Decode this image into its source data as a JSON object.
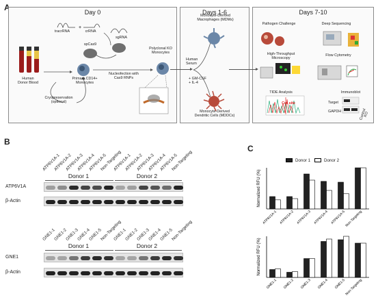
{
  "panel_a": {
    "letter": "A",
    "day0": {
      "title": "Day 0"
    },
    "days1_6": {
      "title": "Days 1-6"
    },
    "days7_10": {
      "title": "Days 7-10"
    },
    "labels": {
      "tracrrna": "tracrRNA",
      "crrna": "crRNA",
      "sgrna": "sgRNA",
      "spcas9": "spCas9",
      "human_donor_blood": "Human\nDonor Blood",
      "primary_monocytes": "Primary CD14+\nMonocytes",
      "nucleofection": "Nucleofection with\nCas9 RNPs",
      "polyclonal_ko": "Polyclonal KO\nMonocytes",
      "cryopreservation": "Cryopreservation\n(optional)",
      "human_serum": "Human\nSerum",
      "mdm": "Monocyte-Derived\nMacrophages (MDMs)",
      "gmcsf": "+ GM-CSF\n+ IL-4",
      "mddc": "Monocyte-Derived\nDendritic Cells (MDDCs)",
      "pathogen_challenge": "Pathogen Challenge",
      "deep_sequencing": "Deep Sequencing",
      "htp_microscopy": "High-Throughput\nMicroscopy",
      "flow_cytometry": "Flow Cytometry",
      "tide_analysis": "TIDE Analysis",
      "cut_site": "Cut site",
      "immunoblot": "Immunoblot",
      "target": "Target",
      "gapdh": "GAPDH",
      "control": "Control",
      "ko": "KO"
    },
    "colors": {
      "blood": "#9b1c1c",
      "plasma": "#e8c547",
      "cell": "#6b87a8",
      "dc": "#b84a3a",
      "cut_site": "#d22"
    }
  },
  "panel_b": {
    "letter": "B",
    "top": {
      "lanes": [
        "ATP6V1A-1",
        "ATP6V1A-2",
        "ATP6V1A-3",
        "ATP6V1A-4",
        "ATP6V1A-5",
        "Non-Targeting",
        "ATP6V1A-1",
        "ATP6V1A-2",
        "ATP6V1A-3",
        "ATP6V1A-4",
        "ATP6V1A-5",
        "Non-Targeting"
      ],
      "donor1": "Donor 1",
      "donor2": "Donor 2",
      "row1_label": "ATP6V1A",
      "row2_label": "β-Actin",
      "row1_intensity": [
        0.25,
        0.35,
        0.95,
        0.8,
        0.75,
        1.0,
        0.2,
        0.25,
        0.8,
        0.7,
        0.55,
        1.0
      ],
      "row2_intensity": [
        1,
        1,
        1,
        1,
        1,
        1,
        1,
        1,
        1,
        1,
        1,
        1
      ]
    },
    "bottom": {
      "lanes": [
        "GNE1-1",
        "GNE1-2",
        "GNE1-3",
        "GNE1-4",
        "GNE1-5",
        "Non-Targeting",
        "GNE1-1",
        "GNE1-2",
        "GNE1-3",
        "GNE1-4",
        "GNE1-5",
        "Non-Targeting"
      ],
      "donor1": "Donor 1",
      "donor2": "Donor 2",
      "row1_label": "GNE1",
      "row2_label": "β-Actin",
      "row1_intensity": [
        0.2,
        0.2,
        0.5,
        0.85,
        0.95,
        0.9,
        0.2,
        0.2,
        0.5,
        0.85,
        0.95,
        0.9
      ],
      "row2_intensity": [
        1,
        1,
        1,
        1,
        1,
        1,
        1,
        1,
        1,
        1,
        1,
        1
      ]
    }
  },
  "panel_c": {
    "letter": "C",
    "legend": {
      "donor1": "Donor 1",
      "donor2": "Donor 2"
    }
  },
  "chart_data": [
    {
      "type": "bar",
      "ylabel": "Normalized RFU (%)",
      "ylim": [
        0,
        100
      ],
      "categories": [
        "ATP6V1A-1",
        "ATP6V1A-2",
        "ATP6V1A-3",
        "ATP6V1A-4",
        "ATP6V1A-5",
        "Non-Targeting"
      ],
      "series": [
        {
          "name": "Donor 1",
          "values": [
            30,
            30,
            85,
            67,
            65,
            100
          ]
        },
        {
          "name": "Donor 2",
          "values": [
            22,
            25,
            70,
            45,
            37,
            100
          ]
        }
      ],
      "legend": "top-right",
      "colors": [
        "#222222",
        "#ffffff"
      ]
    },
    {
      "type": "bar",
      "ylabel": "Normalized RFU (%)",
      "ylim": [
        0,
        120
      ],
      "categories": [
        "GNE1-1",
        "GNE1-2",
        "GNE1-3",
        "GNE1-4",
        "GNE1-5",
        "Non-Targeting"
      ],
      "series": [
        {
          "name": "Donor 1",
          "values": [
            23,
            15,
            55,
            105,
            110,
            100
          ]
        },
        {
          "name": "Donor 2",
          "values": [
            25,
            17,
            55,
            112,
            120,
            100
          ]
        }
      ],
      "colors": [
        "#222222",
        "#ffffff"
      ]
    }
  ]
}
